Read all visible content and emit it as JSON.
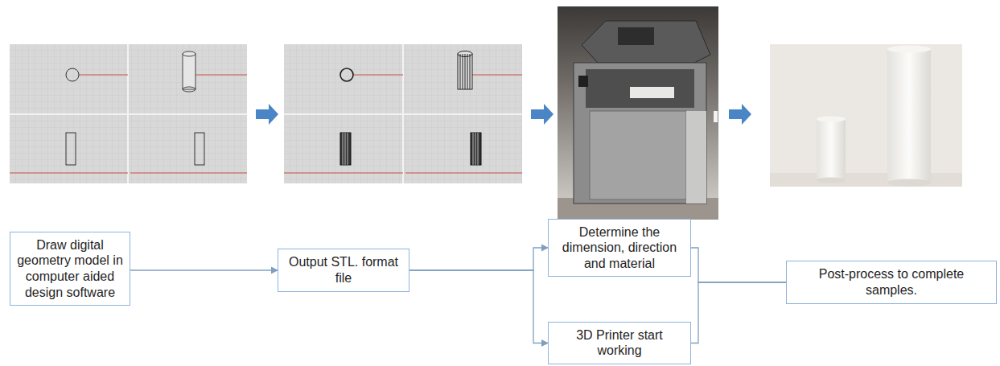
{
  "diagram": {
    "nodes": [
      {
        "text": [
          "Draw digital geometry model in computer aided design software"
        ]
      },
      {
        "text": [
          "Output STL. format file"
        ]
      },
      {
        "text": [
          "Determine the dimension, direction and material"
        ]
      },
      {
        "text": [
          "3D Printer start working"
        ]
      },
      {
        "text": [
          "Post-process to complete samples."
        ]
      }
    ],
    "edges": [
      {
        "from": 0,
        "to": 1,
        "arrow": "to"
      },
      {
        "from": 1,
        "to": 2,
        "arrow": "to"
      },
      {
        "from": 1,
        "to": 3,
        "arrow": "to"
      },
      {
        "from": 2,
        "to": 4,
        "arrow": "none"
      },
      {
        "from": 3,
        "to": 4,
        "arrow": "none"
      }
    ]
  }
}
